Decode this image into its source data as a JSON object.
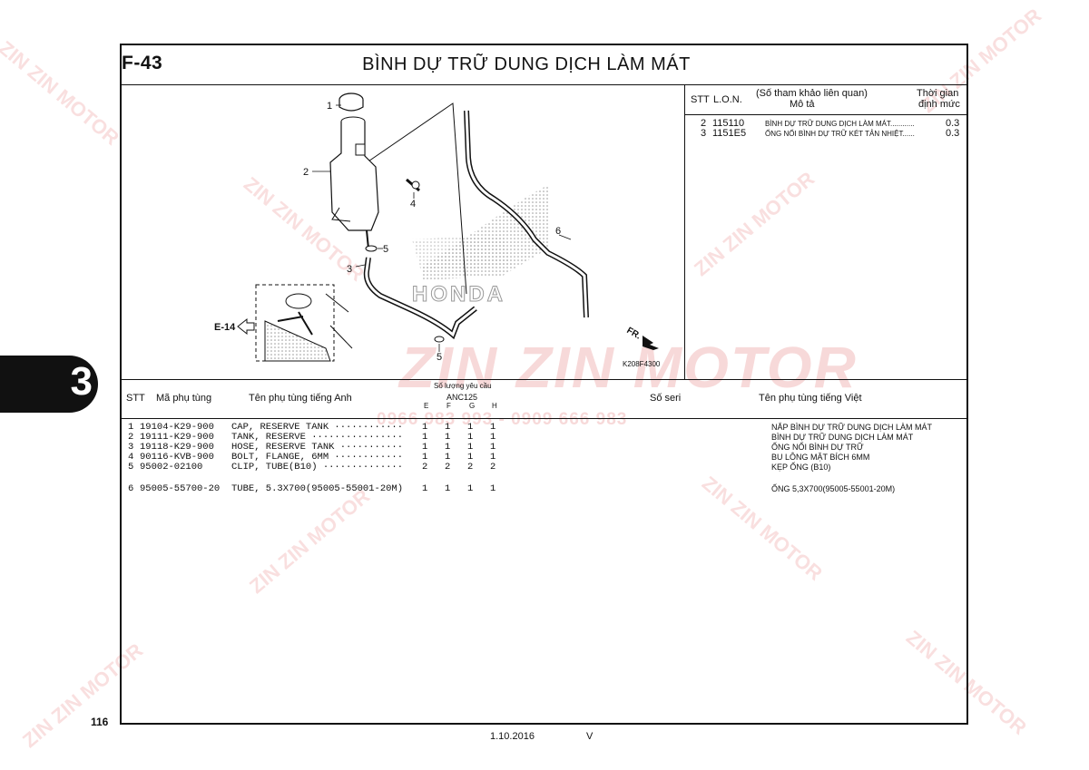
{
  "header": {
    "section_code": "F-43",
    "title": "BÌNH DỰ TRỮ DUNG DỊCH LÀM MÁT"
  },
  "chapter_tab": "3",
  "page_number": "116",
  "footer": {
    "date": "1.10.2016",
    "version": "V"
  },
  "service_table": {
    "headers": {
      "stt": "STT",
      "lon": "L.O.N.",
      "ref": "(Số tham khảo liên quan)",
      "desc": "Mô tả",
      "time1": "Thời gian",
      "time2": "định mức"
    },
    "rows": [
      {
        "stt": "2",
        "lon": "115110",
        "desc": "BÌNH DỰ TRỮ DUNG DỊCH LÀM MÁT............",
        "time": "0.3"
      },
      {
        "stt": "3",
        "lon": "1151E5",
        "desc": "ỐNG NỐI BÌNH DỰ TRỮ KÉT TẢN NHIỆT......",
        "time": "0.3"
      }
    ]
  },
  "diagram": {
    "callouts": [
      "1",
      "2",
      "3",
      "4",
      "5",
      "5",
      "6"
    ],
    "ref_label": "E-14",
    "direction_label": "FR.",
    "figure_code": "K208F4300",
    "brand_text": "HONDA"
  },
  "parts_table": {
    "headers": {
      "stt": "STT",
      "part_no": "Mã phụ tùng",
      "name_en": "Tên phụ tùng tiếng Anh",
      "qty_title": "Số lượng yêu cầu",
      "model": "ANC125",
      "variants": [
        "E",
        "F",
        "G",
        "H"
      ],
      "serial": "Số seri",
      "name_vi": "Tên phụ tùng tiếng Việt"
    },
    "rows": [
      {
        "stt": "1",
        "part_no": "19104-K29-900",
        "name_en": "CAP, RESERVE TANK ············",
        "qty": [
          "1",
          "1",
          "1",
          "1"
        ],
        "name_vi": "NẮP BÌNH DỰ TRỮ DUNG DỊCH LÀM MÁT"
      },
      {
        "stt": "2",
        "part_no": "19111-K29-900",
        "name_en": "TANK, RESERVE ················",
        "qty": [
          "1",
          "1",
          "1",
          "1"
        ],
        "name_vi": "BÌNH DỰ TRỮ DUNG DỊCH LÀM MÁT"
      },
      {
        "stt": "3",
        "part_no": "19118-K29-900",
        "name_en": "HOSE, RESERVE TANK ···········",
        "qty": [
          "1",
          "1",
          "1",
          "1"
        ],
        "name_vi": "ỐNG NỐI BÌNH DỰ TRỮ"
      },
      {
        "stt": "4",
        "part_no": "90116-KVB-900",
        "name_en": "BOLT, FLANGE, 6MM ············",
        "qty": [
          "1",
          "1",
          "1",
          "1"
        ],
        "name_vi": "BU LÔNG MẶT BÍCH 6MM"
      },
      {
        "stt": "5",
        "part_no": "95002-02100",
        "name_en": "CLIP, TUBE(B10) ··············",
        "qty": [
          "2",
          "2",
          "2",
          "2"
        ],
        "name_vi": "KẸP ỐNG (B10)"
      },
      {
        "stt": "6",
        "part_no": "95005-55700-20",
        "name_en": "TUBE, 5.3X700(95005-55001-20M)",
        "qty": [
          "1",
          "1",
          "1",
          "1"
        ],
        "name_vi": "ỐNG 5,3X700(95005-55001-20M)"
      }
    ]
  },
  "watermark": {
    "brand": "ZIN ZIN MOTOR",
    "phone": "0966 983 993 - 0909 666 983",
    "color": "#dc5050"
  }
}
